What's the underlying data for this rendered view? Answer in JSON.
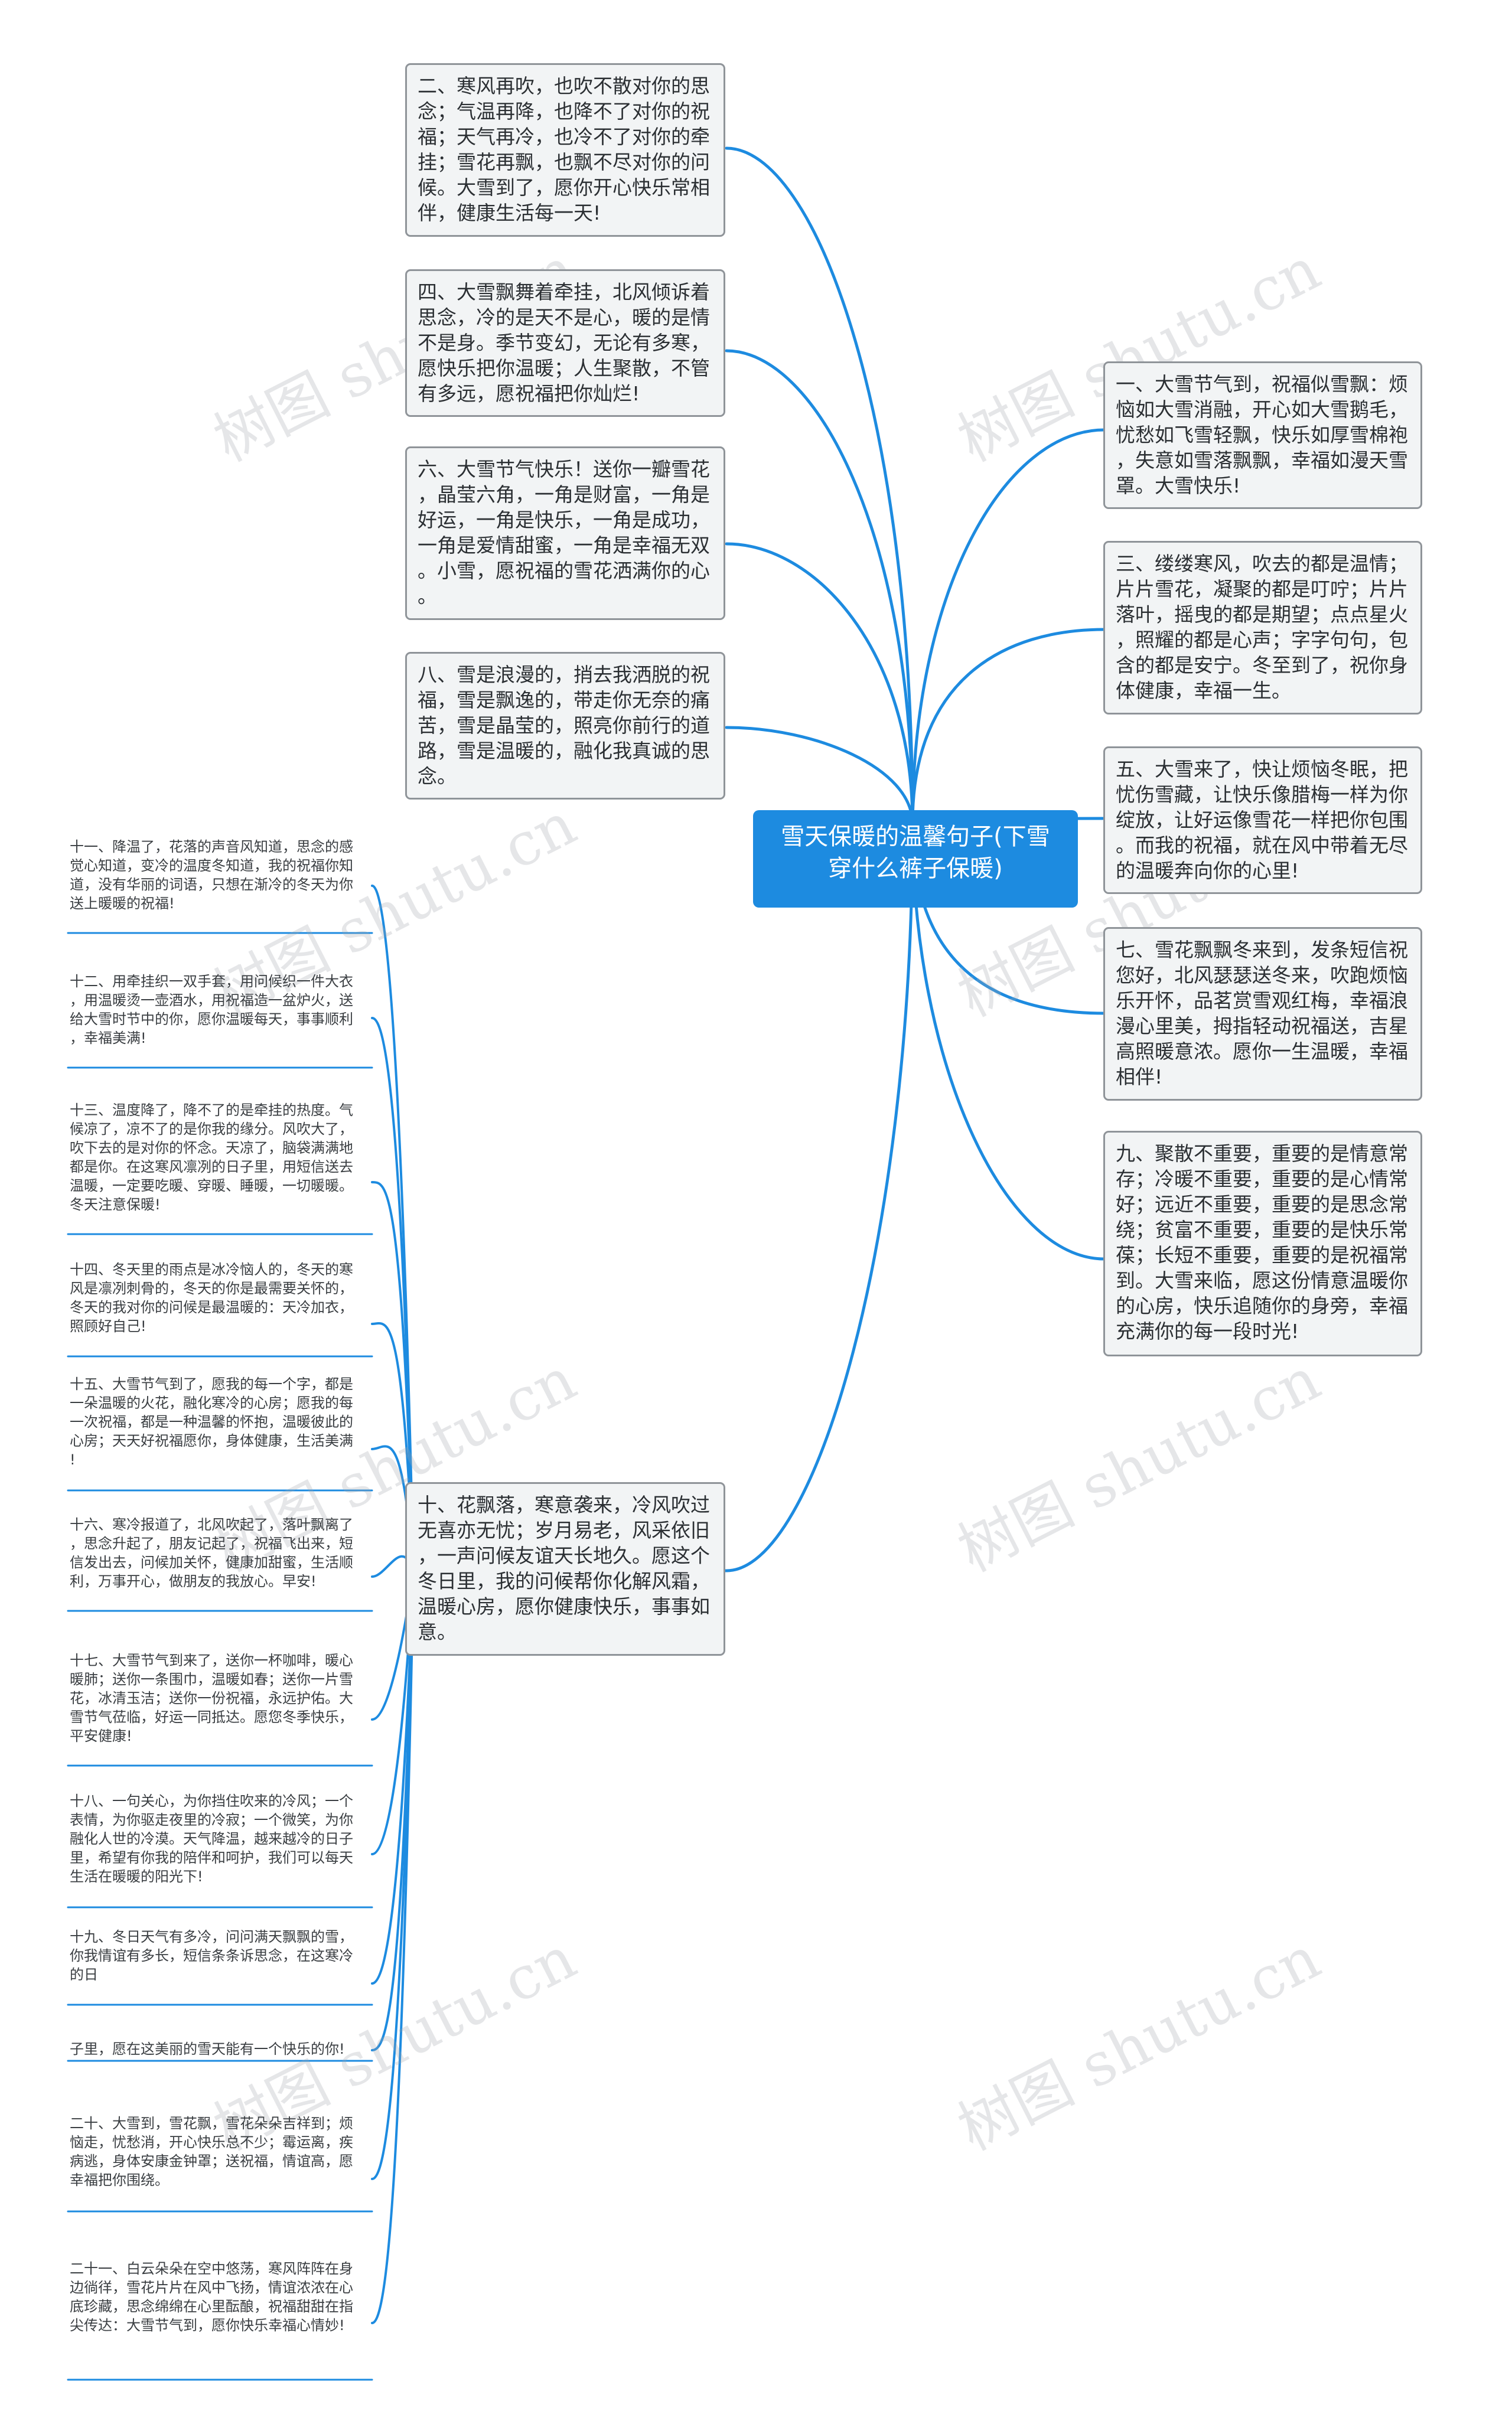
{
  "root": {
    "text": "雪天保暖的温馨句子(下雪\n穿什么裤子保暖)"
  },
  "left_nodes": [
    {
      "text": "二、寒风再吹，也吹不散对你的思\n念；气温再降，也降不了对你的祝\n福；天气再冷，也冷不了对你的牵\n挂；雪花再飘，也飘不尽对你的问\n候。大雪到了，愿你开心快乐常相\n伴，健康生活每一天!"
    },
    {
      "text": "四、大雪飘舞着牵挂，北风倾诉着\n思念，冷的是天不是心，暖的是情\n不是身。季节变幻，无论有多寒，\n愿快乐把你温暖；人生聚散，不管\n有多远，愿祝福把你灿烂!"
    },
    {
      "text": "六、大雪节气快乐！送你一瓣雪花\n，晶莹六角，一角是财富，一角是\n好运，一角是快乐，一角是成功，\n一角是爱情甜蜜，一角是幸福无双\n。小雪，愿祝福的雪花洒满你的心\n。"
    },
    {
      "text": "八、雪是浪漫的，捎去我洒脱的祝\n福，雪是飘逸的，带走你无奈的痛\n苦，雪是晶莹的，照亮你前行的道\n路，雪是温暖的，融化我真诚的思\n念。"
    },
    {
      "text": "十、花飘落，寒意袭来，冷风吹过\n无喜亦无忧；岁月易老，风采依旧\n，一声问候友谊天长地久。愿这个\n冬日里，我的问候帮你化解风霜，\n温暖心房，愿你健康快乐，事事如\n意。"
    }
  ],
  "right_nodes": [
    {
      "text": "一、大雪节气到，祝福似雪飘：烦\n恼如大雪消融，开心如大雪鹅毛，\n忧愁如飞雪轻飘，快乐如厚雪棉袍\n，失意如雪落飘飘，幸福如漫天雪\n罩。大雪快乐!"
    },
    {
      "text": "三、缕缕寒风，吹去的都是温情；\n片片雪花，凝聚的都是叮咛；片片\n落叶，摇曳的都是期望；点点星火\n，照耀的都是心声；字字句句，包\n含的都是安宁。冬至到了，祝你身\n体健康，幸福一生。"
    },
    {
      "text": "五、大雪来了，快让烦恼冬眠，把\n忧伤雪藏，让快乐像腊梅一样为你\n绽放，让好运像雪花一样把你包围\n。而我的祝福，就在风中带着无尽\n的温暖奔向你的心里!"
    },
    {
      "text": "七、雪花飘飘冬来到，发条短信祝\n您好，北风瑟瑟送冬来，吹跑烦恼\n乐开怀，品茗赏雪观红梅，幸福浪\n漫心里美，拇指轻动祝福送，吉星\n高照暖意浓。愿你一生温暖，幸福\n相伴!"
    },
    {
      "text": "九、聚散不重要，重要的是情意常\n存；冷暖不重要，重要的是心情常\n好；远近不重要，重要的是思念常\n绕；贫富不重要，重要的是快乐常\n葆；长短不重要，重要的是祝福常\n到。大雪来临，愿这份情意温暖你\n的心房，快乐追随你的身旁，幸福\n充满你的每一段时光!"
    }
  ],
  "sub_nodes": [
    {
      "text": "十一、降温了，花落的声音风知道，思念的感\n觉心知道，变冷的温度冬知道，我的祝福你知\n道，没有华丽的词语，只想在渐冷的冬天为你\n送上暖暖的祝福!"
    },
    {
      "text": "十二、用牵挂织一双手套，用问候织一件大衣\n，用温暖烫一壶酒水，用祝福造一盆炉火，送\n给大雪时节中的你，愿你温暖每天，事事顺利\n，幸福美满!"
    },
    {
      "text": "十三、温度降了，降不了的是牵挂的热度。气\n候凉了，凉不了的是你我的缘分。风吹大了，\n吹下去的是对你的怀念。天凉了，脑袋满满地\n都是你。在这寒风凛冽的日子里，用短信送去\n温暖，一定要吃暖、穿暖、睡暖，一切暖暖。\n冬天注意保暖!"
    },
    {
      "text": "十四、冬天里的雨点是冰冷恼人的，冬天的寒\n风是凛冽刺骨的，冬天的你是最需要关怀的，\n冬天的我对你的问候是最温暖的：天冷加衣，\n照顾好自己!"
    },
    {
      "text": "十五、大雪节气到了，愿我的每一个字，都是\n一朵温暖的火花，融化寒冷的心房；愿我的每\n一次祝福，都是一种温馨的怀抱，温暖彼此的\n心房；天天好祝福愿你，身体健康，生活美满\n!"
    },
    {
      "text": "十六、寒冷报道了，北风吹起了，落叶飘离了\n，思念升起了，朋友记起了，祝福飞出来，短\n信发出去，问候加关怀，健康加甜蜜，生活顺\n利，万事开心，做朋友的我放心。早安!"
    },
    {
      "text": "十七、大雪节气到来了，送你一杯咖啡，暖心\n暖肺；送你一条围巾，温暖如春；送你一片雪\n花，冰清玉洁；送你一份祝福，永远护佑。大\n雪节气莅临，好运一同抵达。愿您冬季快乐，\n平安健康!"
    },
    {
      "text": "十八、一句关心，为你挡住吹来的冷风；一个\n表情，为你驱走夜里的冷寂；一个微笑，为你\n融化人世的冷漠。天气降温，越来越冷的日子\n里，希望有你我的陪伴和呵护，我们可以每天\n生活在暖暖的阳光下!"
    },
    {
      "text": "十九、冬日天气有多冷，问问满天飘飘的雪，\n你我情谊有多长，短信条条诉思念，在这寒冷\n的日"
    },
    {
      "text": "子里，愿在这美丽的雪天能有一个快乐的你!"
    },
    {
      "text": "二十、大雪到，雪花飘，雪花朵朵吉祥到；烦\n恼走，忧愁消，开心快乐总不少；霉运离，疾\n病逃，身体安康金钟罩；送祝福，情谊高，愿\n幸福把你围绕。"
    },
    {
      "text": "二十一、白云朵朵在空中悠荡，寒风阵阵在身\n边徜徉，雪花片片在风中飞扬，情谊浓浓在心\n底珍藏，思念绵绵在心里酝酿，祝福甜甜在指\n尖传达：大雪节气到，愿你快乐幸福心情妙!"
    }
  ],
  "watermark": {
    "text": "树图 shutu.cn"
  },
  "colors": {
    "accent": "#1d8be0",
    "node_bg": "#f2f4f5",
    "node_border": "#8f9499"
  }
}
